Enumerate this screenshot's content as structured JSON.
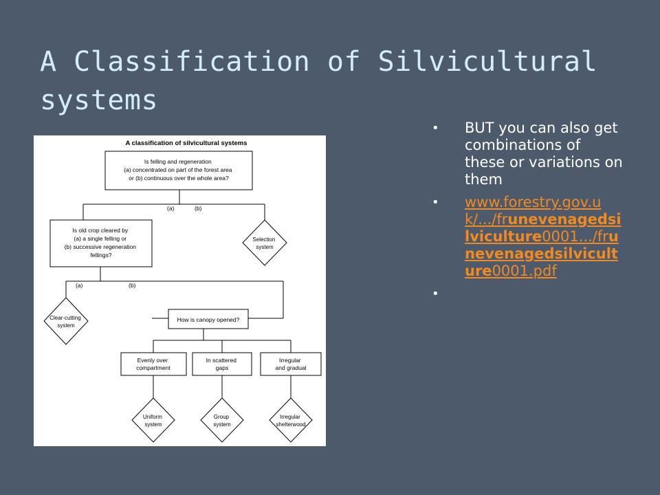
{
  "slide": {
    "title": "A Classification of Silvicultural systems"
  },
  "diagram": {
    "heading": "A classification of silvicultural systems",
    "root": [
      "Is felling and regeneration",
      "(a) concentrated on part of the forest area",
      "or (b) continuous over the whole area?"
    ],
    "q2": [
      "Is old crop cleared by",
      "(a) a single felling or",
      "(b) successive regeneration",
      "fellings?"
    ],
    "selection": [
      "Selection",
      "system"
    ],
    "clearcut": [
      "Clear-cutting",
      "system"
    ],
    "q3": "How is canopy opened?",
    "even": [
      "Evenly over",
      "compartment"
    ],
    "scattered": [
      "In scattered",
      "gaps"
    ],
    "irregular": [
      "Irregular",
      "and gradual"
    ],
    "uniform": [
      "Uniform",
      "system"
    ],
    "group": [
      "Group",
      "system"
    ],
    "shelterwood": [
      "Irregular",
      "shelterwood"
    ],
    "label_a1": "(a)",
    "label_b1": "(b)",
    "label_a2": "(a)",
    "label_b2": "(b)"
  },
  "bullets": {
    "item1": "BUT you can also get combinations of these or variations on them",
    "link_part1": "www.forestry.gov.uk/.../fr",
    "link_bold1": "unevenagedsilviculture",
    "link_part2": "0001.../fr",
    "link_bold2": "unevenagedsilviculture",
    "link_part3": "0001.pdf"
  }
}
